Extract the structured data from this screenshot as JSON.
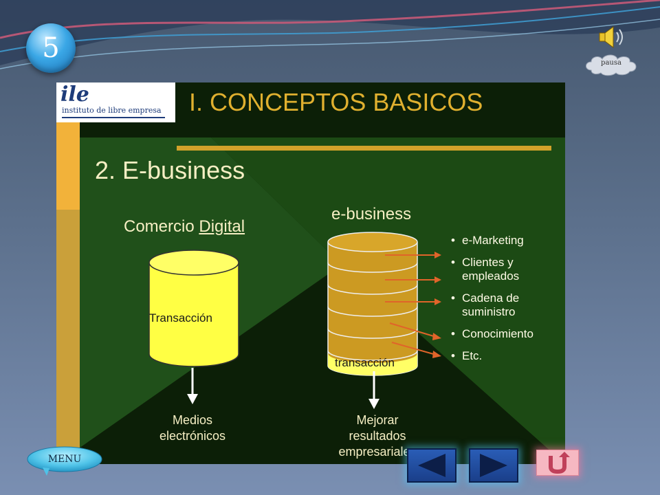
{
  "page_number": "5",
  "audio": {
    "speaker_icon": "speaker-icon",
    "pause_label": "pausa"
  },
  "slide": {
    "logo": {
      "mark": "ile",
      "name": "instituto de libre empresa"
    },
    "title": "I. CONCEPTOS BASICOS",
    "subtitle": "2. E-business",
    "comercio_digital": {
      "prefix": "Comercio ",
      "underlined": "Digital"
    },
    "ebusiness_label": "e-business",
    "left_cylinder_label": "Transacción",
    "right_cylinder_label": "transacción",
    "left_result": [
      "Medios",
      "electrónicos"
    ],
    "right_result": [
      "Mejorar",
      "resultados",
      "empresariales"
    ],
    "bullets": [
      {
        "label": "e-Marketing"
      },
      {
        "label": "Clientes y empleados"
      },
      {
        "label": "Cadena de suministro"
      },
      {
        "label": "Conocimiento"
      },
      {
        "label": "Etc."
      }
    ],
    "colors": {
      "title_gold": "#e0b02f",
      "slide_green": "#1e4a12",
      "cylinder_yellow": "#ffff44",
      "stack_gold": "#cc9a22",
      "arrow_orange": "#e0642a"
    }
  },
  "navigation": {
    "menu_label": "MENU",
    "prev_icon": "triangle-left-icon",
    "next_icon": "triangle-right-icon",
    "home_icon": "u-turn-icon"
  }
}
